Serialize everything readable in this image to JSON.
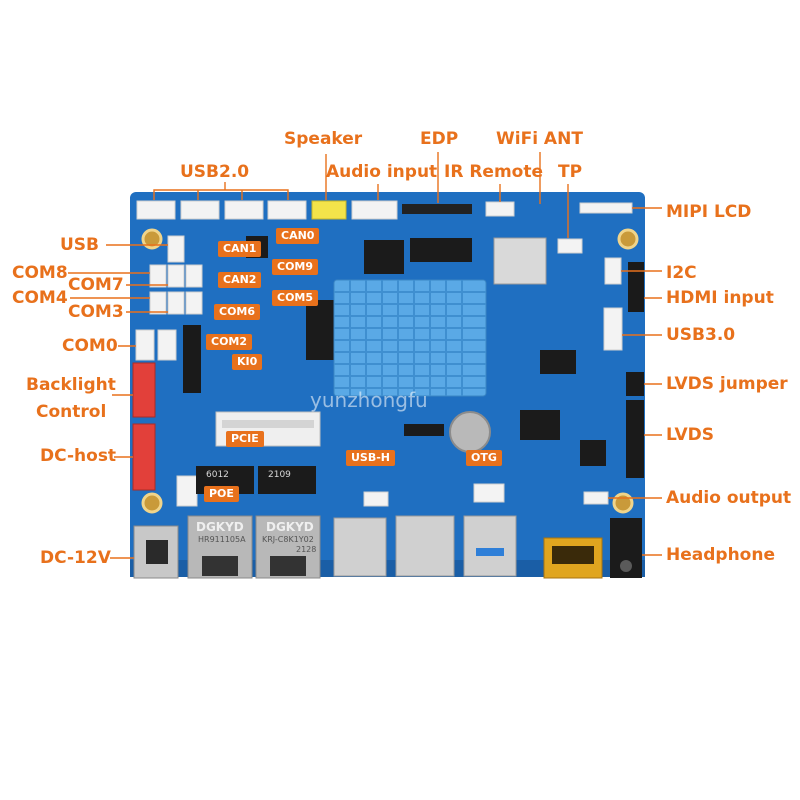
{
  "colors": {
    "accent": "#e8711c",
    "board": "#1f6fc1",
    "heatsink": "#5aa9e6"
  },
  "callouts": {
    "speaker": "Speaker",
    "edp": "EDP",
    "wifi_ant": "WiFi ANT",
    "usb2": "USB2.0",
    "audio_input": "Audio input",
    "ir_remote": "IR Remote",
    "tp": "TP",
    "mipi_lcd": "MIPI LCD",
    "usb": "USB",
    "com8": "COM8",
    "com7": "COM7",
    "com4": "COM4",
    "com3": "COM3",
    "com0": "COM0",
    "backlight": "Backlight",
    "control": "Control",
    "dc_host": "DC-host",
    "dc_12v": "DC-12V",
    "i2c": "I2C",
    "hdmi_input": "HDMI input",
    "usb3": "USB3.0",
    "lvds_jumper": "LVDS jumper",
    "lvds": "LVDS",
    "audio_output": "Audio output",
    "headphone": "Headphone"
  },
  "board_tags": {
    "can1": "CAN1",
    "can0": "CAN0",
    "com9": "COM9",
    "can2": "CAN2",
    "com5": "COM5",
    "com6": "COM6",
    "com2": "COM2",
    "ki0": "KI0",
    "pcie": "PCIE",
    "usb_h": "USB-H",
    "otg": "OTG",
    "poe": "POE"
  },
  "silkscreen": {
    "dgkyd_left": "DGKYD",
    "dgkyd_right": "DGKYD",
    "magjack_code": "6012",
    "magjack_model": "HR911105A",
    "magjack_code_2": "2109",
    "magjack_model_2": "KRJ-C8K1Y02",
    "magjack_year": "2128"
  },
  "watermark": "yunzhongfu"
}
